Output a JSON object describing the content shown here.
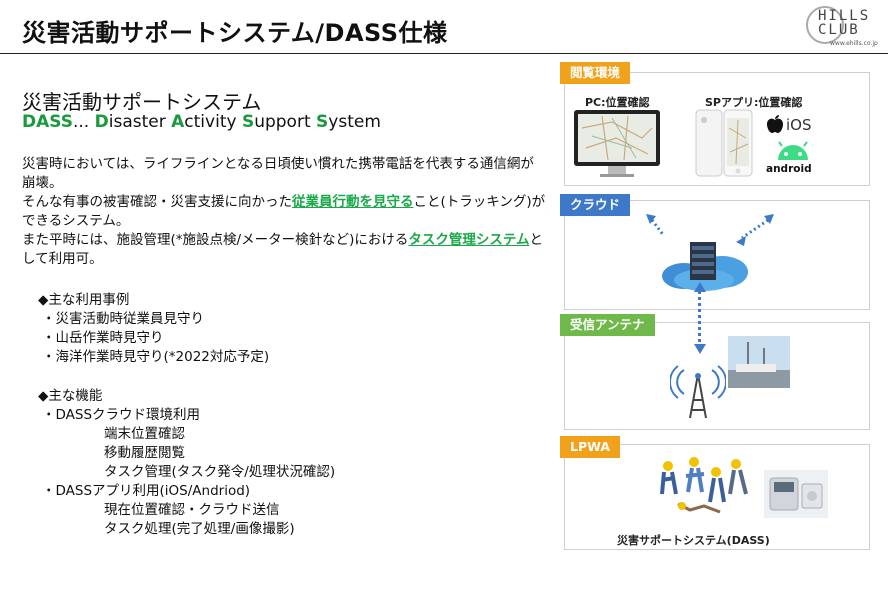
{
  "header": {
    "title": "災害活動サポートシステム/DASS仕様",
    "logo": {
      "line1": "HILLS",
      "line2": "CLUB",
      "url": "www.ehills.co.jp"
    }
  },
  "intro": {
    "subtitle": "災害活動サポートシステム",
    "dass_parts": [
      {
        "text": "DASS",
        "green": true
      },
      {
        "text": "... ",
        "green": false
      },
      {
        "text": "D",
        "green": true
      },
      {
        "text": "isaster ",
        "green": false
      },
      {
        "text": "A",
        "green": true
      },
      {
        "text": "ctivity ",
        "green": false
      },
      {
        "text": "S",
        "green": true
      },
      {
        "text": "upport ",
        "green": false
      },
      {
        "text": "S",
        "green": true
      },
      {
        "text": "ystem",
        "green": false
      }
    ]
  },
  "body": {
    "p1": "災害時においては、ライフラインとなる日頃使い慣れた携帯電話を代表する通信網が崩壊。",
    "p2_pre": "そんな有事の被害確認・災害支援に向かった",
    "p2_hl": "従業員行動を見守る",
    "p2_post": "こと(トラッキング)ができるシステム。",
    "p3_pre": "また平時には、施設管理(*施設点検/メーター検針など)における",
    "p3_hl": "タスク管理システム",
    "p3_post": "として利用可。"
  },
  "use_cases": {
    "heading": "◆主な利用事例",
    "items": [
      "・災害活動時従業員見守り",
      "・山岳作業時見守り",
      "・海洋作業時見守り(*2022対応予定)"
    ]
  },
  "features": {
    "heading": "◆主な機能",
    "cloud_head": "・DASSクラウド環境利用",
    "cloud_items": [
      "端末位置確認",
      "移動履歴閲覧",
      "タスク管理(タスク発令/処理状況確認)"
    ],
    "app_head": "・DASSアプリ利用(iOS/Andriod)",
    "app_items": [
      "現在位置確認・クラウド送信",
      "タスク処理(完了処理/画像撮影)"
    ]
  },
  "diagram": {
    "browse_tag": "閲覧環境",
    "pc_label": "PC:位置確認",
    "sp_label": "SPアプリ:位置確認",
    "ios": "iOS",
    "android": "android",
    "cloud_tag": "クラウド",
    "antenna_tag": "受信アンテナ",
    "lpwa_tag": "LPWA",
    "dass_caption": "災害サポートシステム(DASS)"
  },
  "colors": {
    "accent_green": "#1aa84a",
    "tag_orange": "#f2a11a",
    "tag_blue": "#3d79c8",
    "tag_green": "#6fb84a",
    "tag_lpwa": "#f2a11a"
  },
  "icons": [
    "apple-icon",
    "android-icon",
    "cloud-server-icon",
    "antenna-icon",
    "wifi-signal-icon"
  ]
}
